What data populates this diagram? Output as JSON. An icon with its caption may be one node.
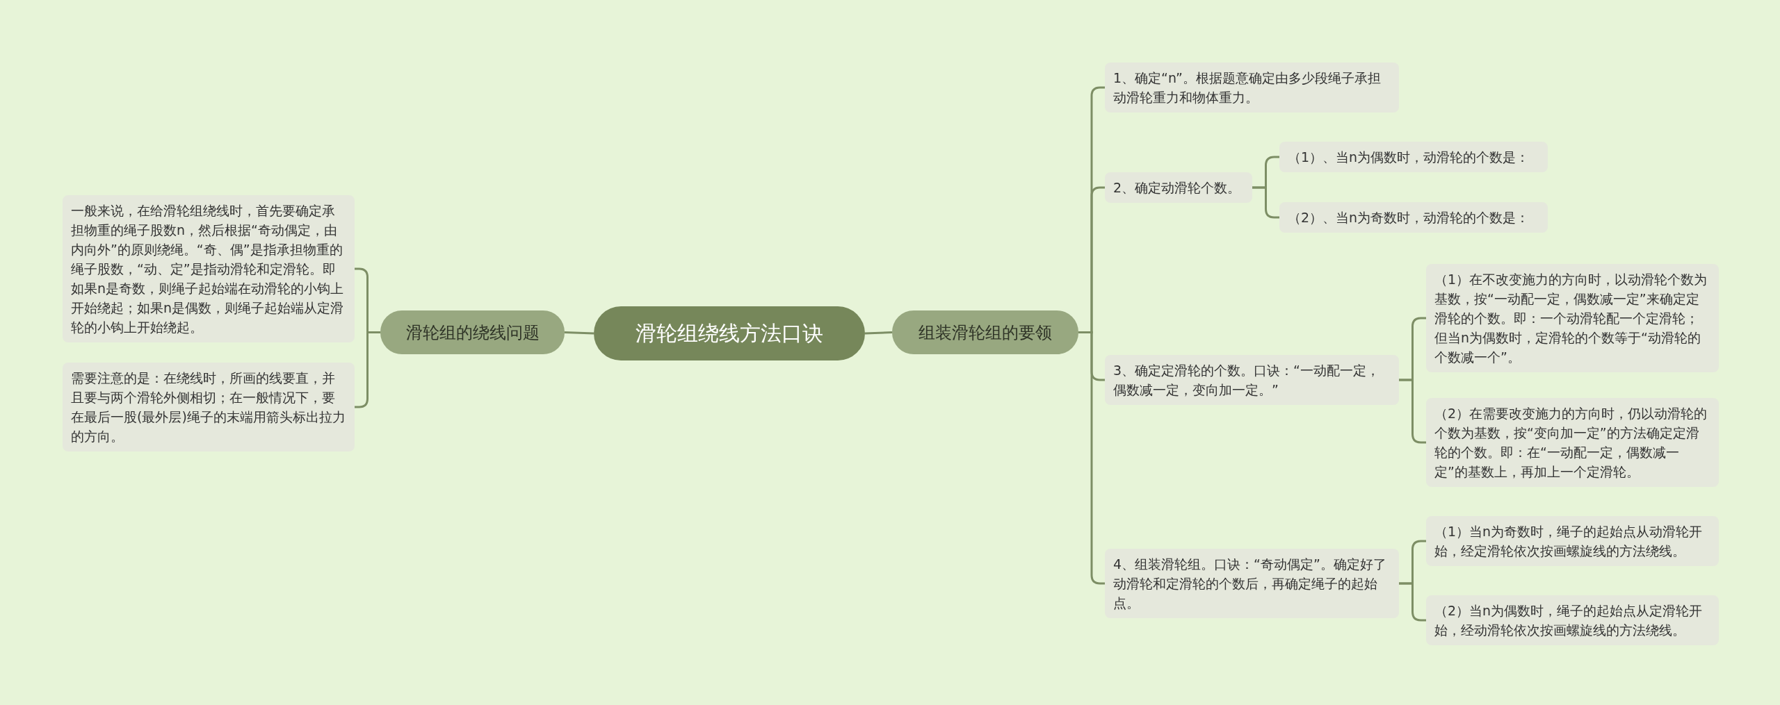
{
  "diagram": {
    "nodes": [
      {
        "text": [
          "滑轮组绕线方法口诀"
        ]
      },
      {
        "text": [
          "滑轮组的绕线问题"
        ]
      },
      {
        "text": [
          "一般来说，在给滑轮组绕线时，首先要确定承担物重的绳子股数n，然后根据“奇动偶定，由内向外”的原则绕绳。“奇、偶”是指承担物重的绳子股数，“动、定”是指动滑轮和定滑轮。即如果n是奇数，则绳子起始端在动滑轮的小钩上开始绕起；如果n是偶数，则绳子起始端从定滑轮的小钩上开始绕起。"
        ]
      },
      {
        "text": [
          "需要注意的是：在绕线时，所画的线要直，并且要与两个滑轮外侧相切；在一般情况下，要在最后一股(最外层)绳子的末端用箭头标出拉力的方向。"
        ]
      },
      {
        "text": [
          "组装滑轮组的要领"
        ]
      },
      {
        "text": [
          "1、确定“n”。根据题意确定由多少段绳子承担动滑轮重力和物体重力。"
        ]
      },
      {
        "text": [
          "2、确定动滑轮个数。"
        ]
      },
      {
        "text": [
          "（1）、当n为偶数时，动滑轮的个数是："
        ]
      },
      {
        "text": [
          "（2）、当n为奇数时，动滑轮的个数是："
        ]
      },
      {
        "text": [
          "3、确定定滑轮的个数。口诀：“一动配一定，偶数减一定，变向加一定。”"
        ]
      },
      {
        "text": [
          "（1）在不改变施力的方向时，以动滑轮个数为基数，按“一动配一定，偶数减一定”来确定定滑轮的个数。即：一个动滑轮配一个定滑轮；但当n为偶数时，定滑轮的个数等于“动滑轮的个数减一个”。"
        ]
      },
      {
        "text": [
          "（2）在需要改变施力的方向时，仍以动滑轮的个数为基数，按“变向加一定”的方法确定定滑轮的个数。即：在“一动配一定，偶数减一定”的基数上，再加上一个定滑轮。"
        ]
      },
      {
        "text": [
          "4、组装滑轮组。口诀：“奇动偶定”。确定好了动滑轮和定滑轮的个数后，再确定绳子的起始点。"
        ]
      },
      {
        "text": [
          "（1）当n为奇数时，绳子的起始点从动滑轮开始，经定滑轮依次按画螺旋线的方法绕线。"
        ]
      },
      {
        "text": [
          "（2）当n为偶数时，绳子的起始点从定滑轮开始，经动滑轮依次按画螺旋线的方法绕线。"
        ]
      }
    ],
    "edges": [
      {
        "from": 0,
        "to": 1,
        "arrow": "none"
      },
      {
        "from": 1,
        "to": 2,
        "arrow": "none"
      },
      {
        "from": 1,
        "to": 3,
        "arrow": "none"
      },
      {
        "from": 0,
        "to": 4,
        "arrow": "none"
      },
      {
        "from": 4,
        "to": 5,
        "arrow": "none"
      },
      {
        "from": 4,
        "to": 6,
        "arrow": "none"
      },
      {
        "from": 6,
        "to": 7,
        "arrow": "none"
      },
      {
        "from": 6,
        "to": 8,
        "arrow": "none"
      },
      {
        "from": 4,
        "to": 9,
        "arrow": "none"
      },
      {
        "from": 9,
        "to": 10,
        "arrow": "none"
      },
      {
        "from": 9,
        "to": 11,
        "arrow": "none"
      },
      {
        "from": 4,
        "to": 12,
        "arrow": "none"
      },
      {
        "from": 12,
        "to": 13,
        "arrow": "none"
      },
      {
        "from": 12,
        "to": 14,
        "arrow": "none"
      }
    ]
  }
}
